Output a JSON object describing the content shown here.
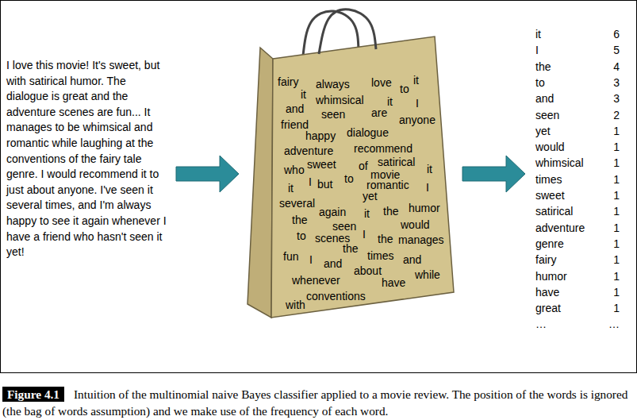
{
  "diagram": {
    "caption": "Intuition of the multinomial naive Bayes classifier applied to a movie review. The position of the words is ignored (the bag of words assumption) and we make use of the frequency of each word.",
    "nodes": [
      {
        "text": [
          "fairy",
          "always",
          "love",
          "to",
          "it",
          "it",
          "whimsical",
          "it",
          "I",
          "and",
          "seen",
          "are",
          "friend",
          "anyone",
          "happy",
          "dialogue",
          "recommend",
          "adventure",
          "satirical",
          "who",
          "sweet",
          "of",
          "movie",
          "it",
          "it",
          "I",
          "but",
          "to",
          "romantic",
          "I",
          "several",
          "yet",
          "humor",
          "again",
          "it",
          "the",
          "the",
          "seen",
          "would",
          "to",
          "scenes",
          "I",
          "the",
          "manages",
          "the",
          "fun",
          "I",
          "times",
          "and",
          "and",
          "about",
          "while",
          "whenever",
          "have",
          "conventions",
          "with"
        ]
      }
    ],
    "labels": [
      "I love this movie! It's sweet, but with satirical humor. The dialogue is great and the adventure scenes are fun... It manages to be whimsical and romantic while laughing at the conventions of the fairy tale genre. I would recommend it to just about anyone. I've seen it several times, and I'm always happy to see it again whenever I have a friend who hasn't seen it yet!",
      "it",
      "6",
      "I",
      "5",
      "the",
      "4",
      "to",
      "3",
      "and",
      "3",
      "seen",
      "2",
      "yet",
      "1",
      "would",
      "1",
      "whimsical",
      "1",
      "times",
      "1",
      "sweet",
      "1",
      "satirical",
      "1",
      "adventure",
      "1",
      "genre",
      "1",
      "fairy",
      "1",
      "humor",
      "1",
      "have",
      "1",
      "great",
      "1",
      "…",
      "…",
      "Figure 4.1"
    ]
  }
}
